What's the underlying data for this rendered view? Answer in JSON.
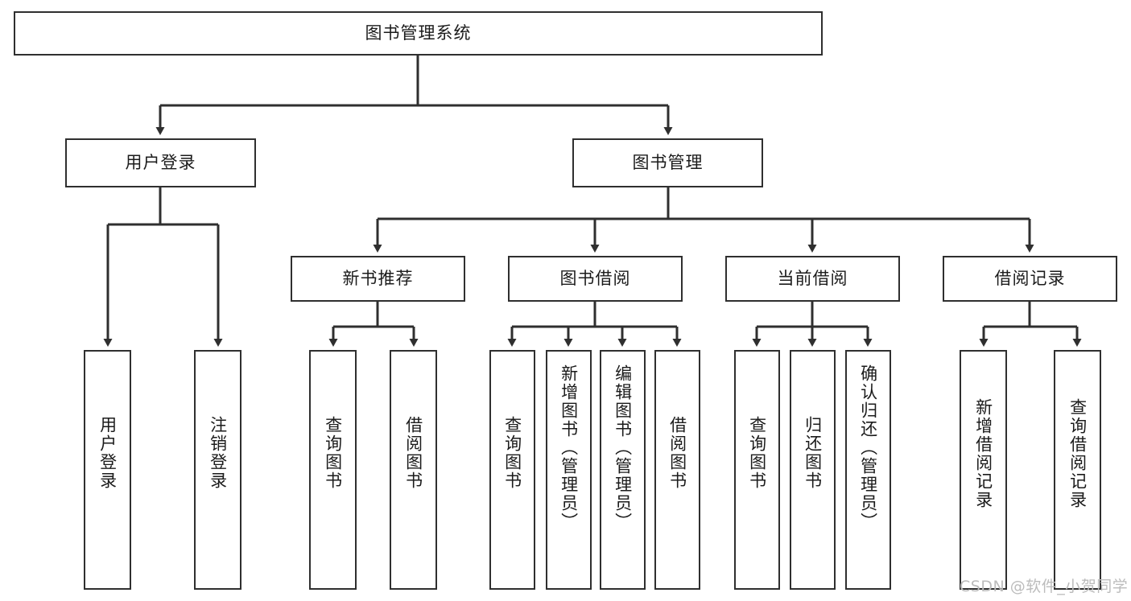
{
  "diagram": {
    "title": "图书管理系统",
    "type": "hierarchy-tree",
    "root": {
      "label": "图书管理系统"
    },
    "level2": [
      {
        "label": "用户登录"
      },
      {
        "label": "图书管理"
      }
    ],
    "level3": [
      {
        "label": "新书推荐"
      },
      {
        "label": "图书借阅"
      },
      {
        "label": "当前借阅"
      },
      {
        "label": "借阅记录"
      }
    ],
    "leaves": {
      "user_login": [
        {
          "label": "用户登录"
        },
        {
          "label": "注销登录"
        }
      ],
      "new_book": [
        {
          "label": "查询图书"
        },
        {
          "label": "借阅图书"
        }
      ],
      "book_borrow": [
        {
          "label": "查询图书"
        },
        {
          "label": "新增图书（管理员）"
        },
        {
          "label": "编辑图书（管理员）"
        },
        {
          "label": "借阅图书"
        }
      ],
      "current_borrow": [
        {
          "label": "查询图书"
        },
        {
          "label": "归还图书"
        },
        {
          "label": "确认归还（管理员）"
        }
      ],
      "borrow_record": [
        {
          "label": "新增借阅记录"
        },
        {
          "label": "查询借阅记录"
        }
      ]
    }
  },
  "watermark": {
    "text": "CSDN @软件_小贺同学"
  },
  "colors": {
    "stroke": "#2f2f2f",
    "background": "#ffffff",
    "text": "#1b1b1b",
    "watermark": "#bcbcbc"
  }
}
